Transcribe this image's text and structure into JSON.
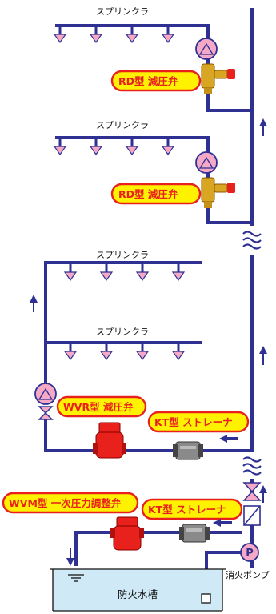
{
  "labels": {
    "sprinkler": "スプリンクラ",
    "rd_valve": "RD型 減圧弁",
    "wvr_valve": "WVR型 減圧弁",
    "kt_strainer": "KT型 ストレーナ",
    "wvm_valve": "WVM型 一次圧力調整弁",
    "pump_name": "消火ポンプ",
    "pump_symbol": "P",
    "tank": "防火水槽"
  },
  "colors": {
    "pipe": "#2e3192",
    "sprinkler_head": "#f6a9c6",
    "badge_fill": "#fff200",
    "badge_text": "#e8211d",
    "tank_water": "#cfe9f6",
    "valve_red": "#e8211d",
    "valve_brass": "#d9a623",
    "strainer_gray": "#8a8a8a"
  },
  "icons": {
    "flow_arrow": "up-arrow",
    "sprinkler_head": "down-triangle",
    "pump": "circle-P",
    "gate_valve": "bowtie-valve",
    "pipe_break": "wavy-break"
  }
}
